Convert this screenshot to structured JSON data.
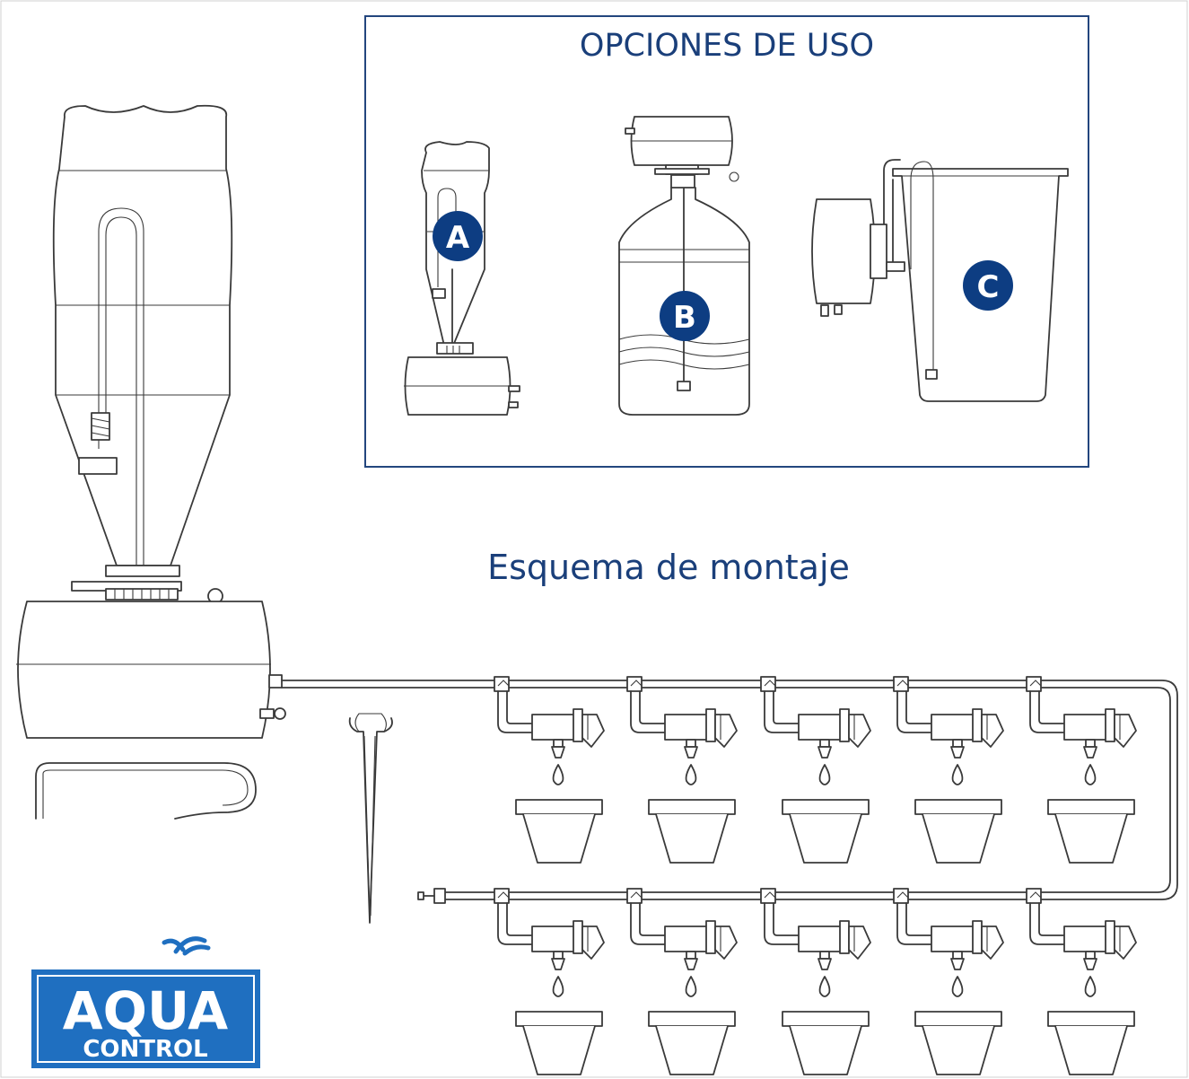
{
  "options_panel": {
    "title": "OPCIONES DE USO",
    "options": [
      {
        "label": "A"
      },
      {
        "label": "B"
      },
      {
        "label": "C"
      }
    ]
  },
  "assembly": {
    "title": "Esquema de montaje",
    "drippers_per_row": 5,
    "rows": 2
  },
  "logo": {
    "line1": "AQUA",
    "line2": "CONTROL",
    "color": "#1f6fc0"
  },
  "colors": {
    "title_blue": "#1a3f7a",
    "badge_blue": "#0d3d82",
    "frame_blue": "#23467e",
    "line": "#3a3a3a"
  }
}
